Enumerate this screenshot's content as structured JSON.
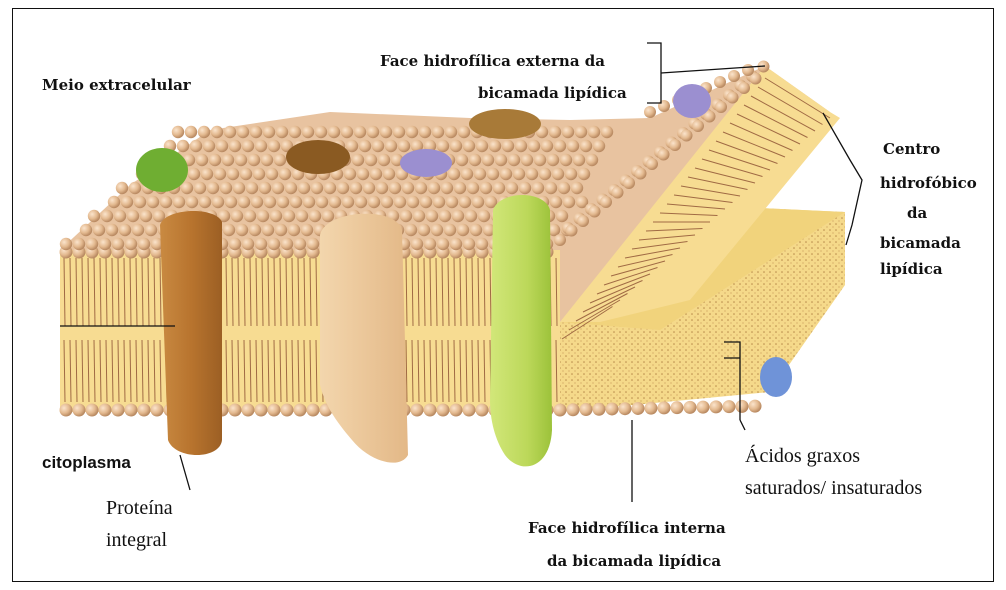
{
  "labels": {
    "extracellular": "Meio extracelular",
    "outer_face_1": "Face hidrofílica  externa  da",
    "outer_face_2": "bicamada lipídica",
    "center_1": "Centro",
    "center_2": "hidrofóbico",
    "center_3": "da",
    "center_4": "bicamada",
    "center_5": "lipídica",
    "cytoplasm": "citoplasma",
    "protein_1": "Proteína",
    "protein_2": "integral",
    "fatty_acids_1": "Ácidos graxos",
    "fatty_acids_2": "saturados/ insaturados",
    "inner_face_1": "Face hidrofílica interna",
    "inner_face_2": "da bicamada lipídica"
  },
  "colors": {
    "head": "#e3b98f",
    "head_dark": "#b98a62",
    "membrane_core": "#f7dc92",
    "tail_line": "#a06a44",
    "protein_brown": "#b8742e",
    "protein_beige": "#ecc596",
    "protein_green": "#bcd85a",
    "glyco_purple": "#9b8fd0",
    "glyco_green": "#6fae32",
    "pointer_line": "#111111"
  }
}
